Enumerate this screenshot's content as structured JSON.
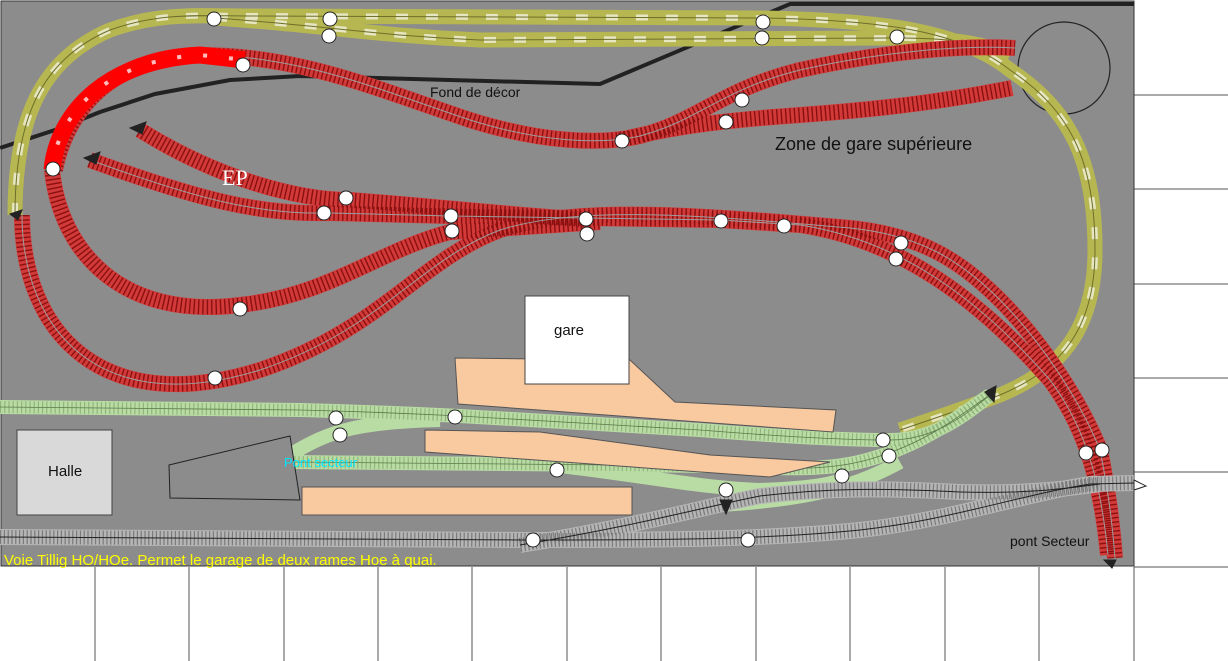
{
  "labels": {
    "backdrop": "Fond de décor",
    "upper_station_zone": "Zone de gare supérieure",
    "ep": "EP",
    "station": "gare",
    "hall": "Halle",
    "sector_bridge_small": "Pont secteur",
    "sector_bridge": "pont Secteur",
    "caption": "Voie Tillig HO/HOe. Permet le garage de deux rames Hoe à quai."
  },
  "colors": {
    "board": "#8c8c8c",
    "red_track": "#d23a3a",
    "red_tie": "#8a1010",
    "yellow_track": "#b7b752",
    "green_track": "#b9dca4",
    "grey_track": "#b5b5b5",
    "platform": "#f9c9a0",
    "turntable": "#8c8c8c",
    "caption": "#ffff00",
    "cyan_label": "#00e5ff"
  }
}
